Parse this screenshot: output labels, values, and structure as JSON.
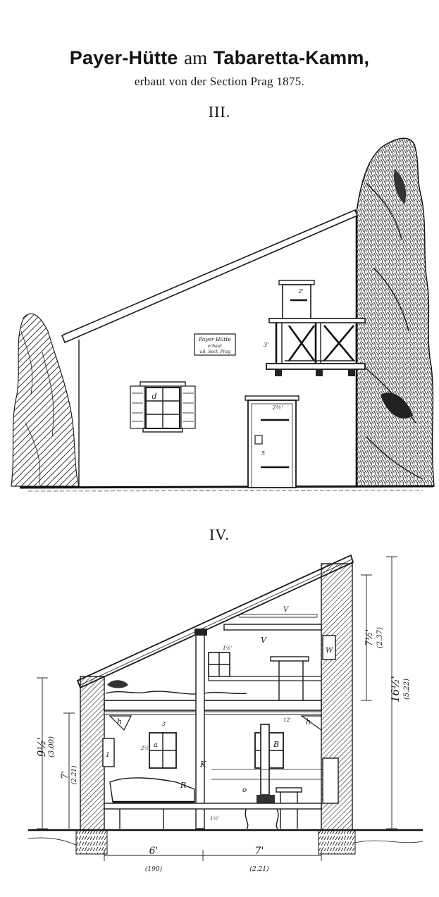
{
  "header": {
    "title_part1": "Payer-Hütte",
    "title_part2": "am",
    "title_part3": "Tabaretta-Kamm,",
    "subtitle": "erbaut von der Section Prag 1875."
  },
  "figure_elevation": {
    "label": "III.",
    "sign_line1": "Payer Hütte",
    "sign_line2": "erbaut",
    "sign_line3": "v.d. Sect. Prag",
    "window_letter": "d",
    "door_dim": "2½'",
    "door_lock_label": "5",
    "balcony_door_dim": "2'",
    "balcony_dim": "3'"
  },
  "figure_section": {
    "label": "IV.",
    "dim_total_height": "16½'",
    "dim_total_height_metric": "(5.22)",
    "dim_upper_height": "7½'",
    "dim_upper_height_metric": "(2.37)",
    "dim_ground_height": "9½'",
    "dim_ground_height_metric": "(3.00)",
    "dim_inner_height": "7'",
    "dim_inner_height_metric": "(2.21)",
    "dim_width_left": "6'",
    "dim_width_left_metric": "(190)",
    "dim_width_right": "7'",
    "dim_width_right_metric": "(2.21)",
    "letter_v": "V",
    "letter_bench": "V",
    "letter_w": "W",
    "letter_a": "a",
    "letter_b": "B",
    "letter_k": "K",
    "letter_r": "R",
    "letter_h_left": "h",
    "letter_h_right": "h",
    "letter_box": "1",
    "letter_stove": "o",
    "dim_window_upper": "1½'",
    "dim_window_lower": "2½'",
    "dim_3": "3'",
    "dim_12": "12'",
    "dim_bed": "1½'"
  }
}
